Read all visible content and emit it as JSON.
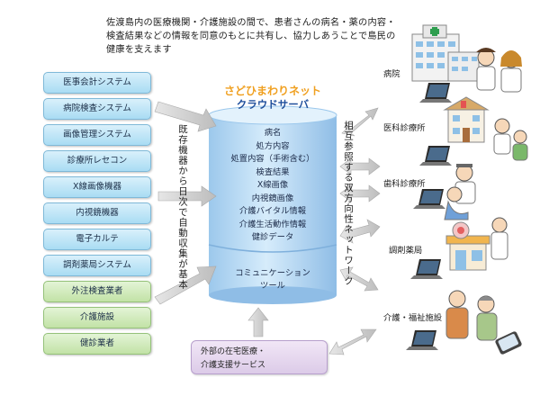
{
  "intro": {
    "lines": [
      "佐渡島内の医療機関・介護施設の間で、患者さんの病名・薬の内容・",
      "検査結果などの情報を同意のもとに共有し、協力しあうことで島民の",
      "健康を支えます"
    ]
  },
  "left_systems": [
    {
      "label": "医事会計システム",
      "color": "blue"
    },
    {
      "label": "病院検査システム",
      "color": "blue"
    },
    {
      "label": "画像管理システム",
      "color": "blue"
    },
    {
      "label": "診療所レセコン",
      "color": "blue"
    },
    {
      "label": "X線画像機器",
      "color": "blue"
    },
    {
      "label": "内視鏡機器",
      "color": "blue"
    },
    {
      "label": "電子カルテ",
      "color": "blue"
    },
    {
      "label": "調剤薬局システム",
      "color": "blue"
    },
    {
      "label": "外注検査業者",
      "color": "green"
    },
    {
      "label": "介護施設",
      "color": "green"
    },
    {
      "label": "健診業者",
      "color": "green"
    }
  ],
  "left_caption": "既存機器から日次で自動収集が基本",
  "right_caption": "相互参照する双方向性ネットワーク",
  "server": {
    "title": "さどひまわりネット",
    "subtitle": "クラウドサーバ",
    "items": [
      "病名",
      "処方内容",
      "処置内容（手術含む）",
      "検査結果",
      "X線画像",
      "内視鏡画像",
      "介護バイタル情報",
      "介護生活動作情報",
      "健診データ"
    ],
    "comm_line1": "コミュニケーション",
    "comm_line2": "ツール"
  },
  "facilities": [
    "病院",
    "医科診療所",
    "歯科診療所",
    "調剤薬局",
    "介護・福祉施設"
  ],
  "home_box": {
    "line1": "外部の在宅医療・",
    "line2": "介護支援サービス"
  },
  "colors": {
    "server_title": "#f0a020",
    "server_subtitle": "#1f4f9c",
    "pill_blue": "#a9dcf3",
    "pill_green": "#c2e2a6",
    "server_body": "#b9daf3",
    "home_box": "#dccbe8"
  }
}
